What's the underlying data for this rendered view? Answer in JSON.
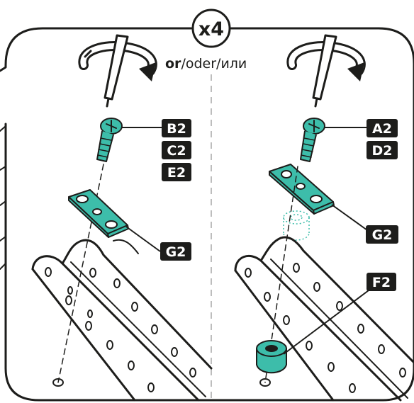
{
  "header": {
    "quantity": "x4",
    "alt_or": "or",
    "alt_sep1": "/",
    "alt_oder": "oder",
    "alt_sep2": "/",
    "alt_ili": "или"
  },
  "left_option": {
    "screw_labels": [
      "B2",
      "C2",
      "E2"
    ],
    "bracket_label": "G2"
  },
  "right_option": {
    "screw_labels": [
      "A2",
      "D2"
    ],
    "bracket_label": "G2",
    "spacer_label": "F2"
  },
  "colors": {
    "part_teal": "#3dbdaa",
    "ink": "#1d1d1b",
    "label_bg": "#1d1d1b",
    "label_text": "#ffffff",
    "divider": "#bdbdbd"
  },
  "icons": [
    "screwdriver-icon",
    "rotation-arrow-icon"
  ]
}
